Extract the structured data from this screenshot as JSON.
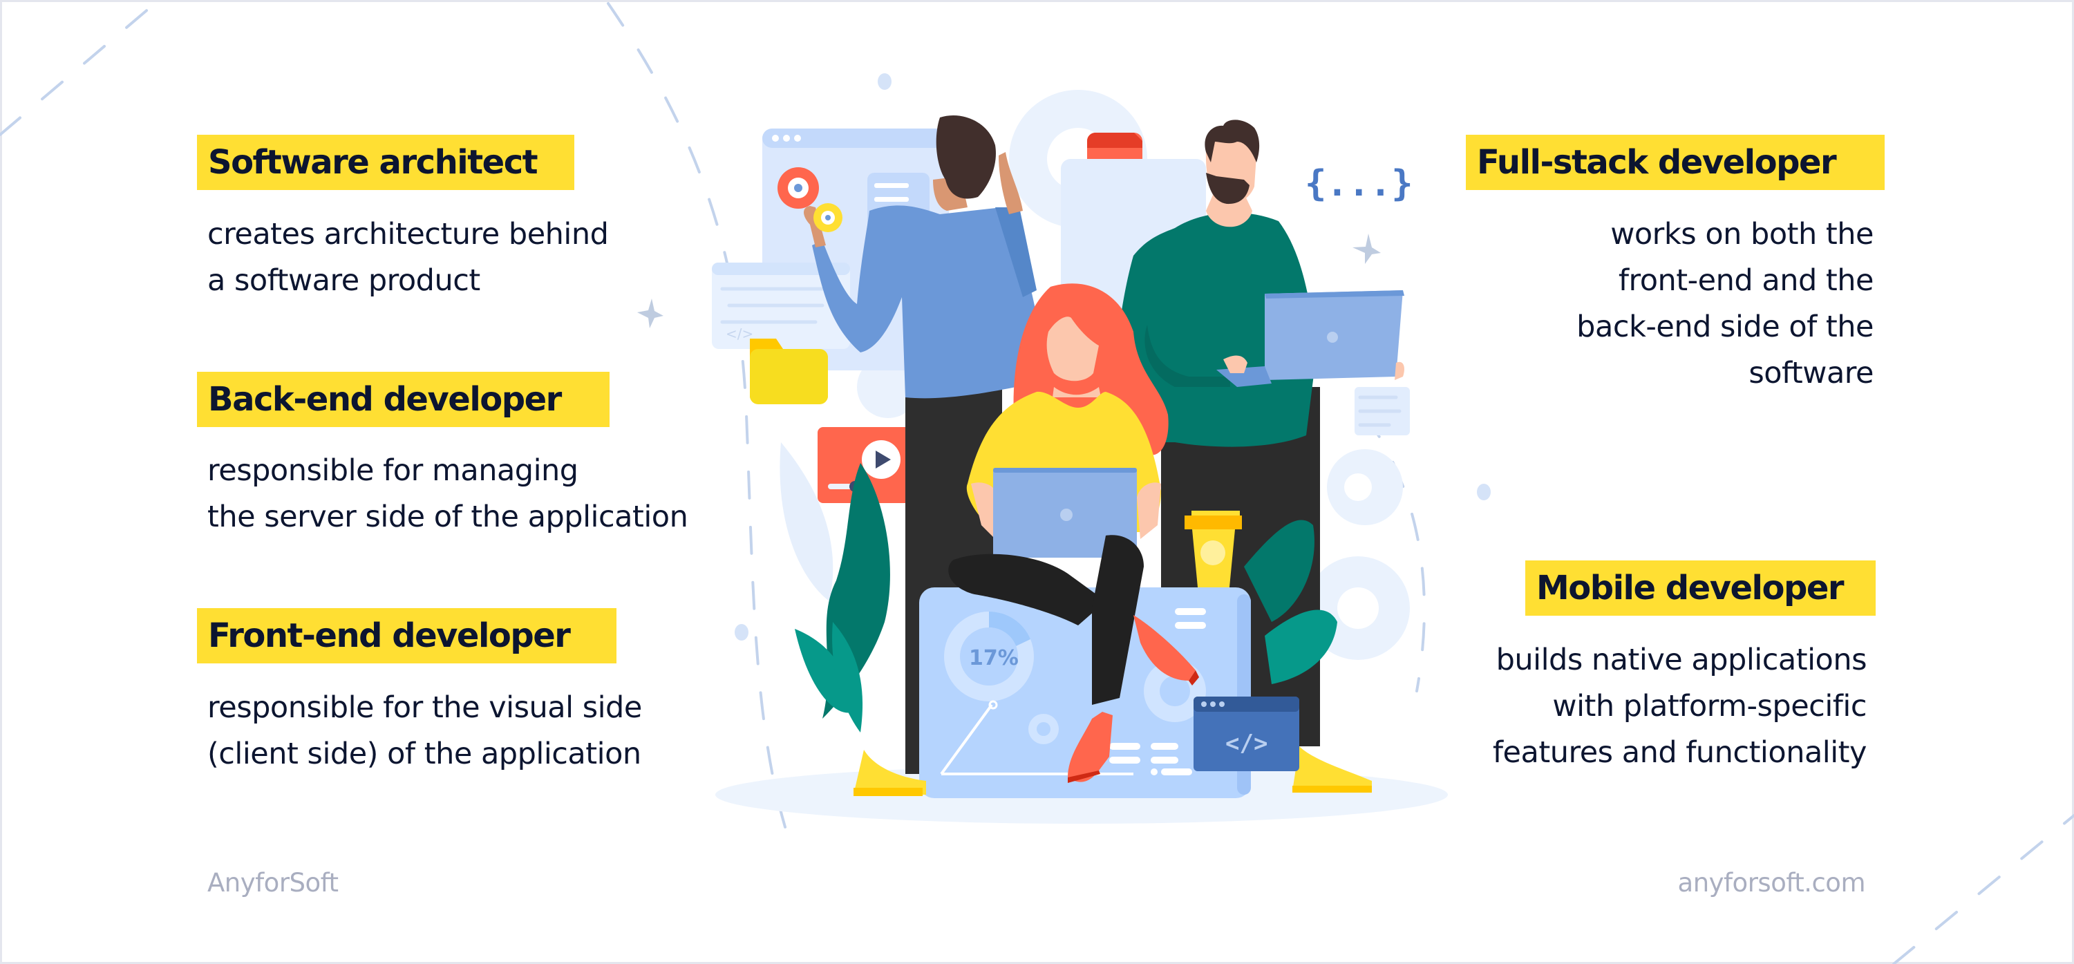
{
  "roles": {
    "left": [
      {
        "title": "Software architect",
        "description": [
          "creates architecture behind",
          "a software product"
        ]
      },
      {
        "title": "Back-end developer",
        "description": [
          "responsible for managing",
          "the server side of the application"
        ]
      },
      {
        "title": "Front-end developer",
        "description": [
          "responsible for the visual side",
          "(client side) of the application"
        ]
      }
    ],
    "right": [
      {
        "title": "Full-stack developer",
        "description": [
          "works on both the",
          "front-end and the",
          "back-end side of the",
          "software"
        ]
      },
      {
        "title": "Mobile developer",
        "description": [
          "builds native applications",
          "with platform-specific",
          "features and functionality"
        ]
      }
    ]
  },
  "illustration": {
    "dashboard_percent": "17%",
    "code_brackets": "{...}",
    "code_tag": "</>",
    "icons": [
      "gear-icon",
      "folder-icon",
      "document-icon",
      "video-player-icon",
      "code-window-icon",
      "curly-braces-icon",
      "star-icon",
      "coffee-cup-icon",
      "laptop-icon",
      "plant-icon"
    ]
  },
  "footer": {
    "brand": "AnyforSoft",
    "website": "anyforsoft.com"
  },
  "colors": {
    "highlight": "#ffdf33",
    "text": "#0c1530",
    "muted": "#a9aec0",
    "accent_blue": "#4a78c4",
    "accent_red": "#ff664d",
    "accent_green": "#03786b"
  }
}
